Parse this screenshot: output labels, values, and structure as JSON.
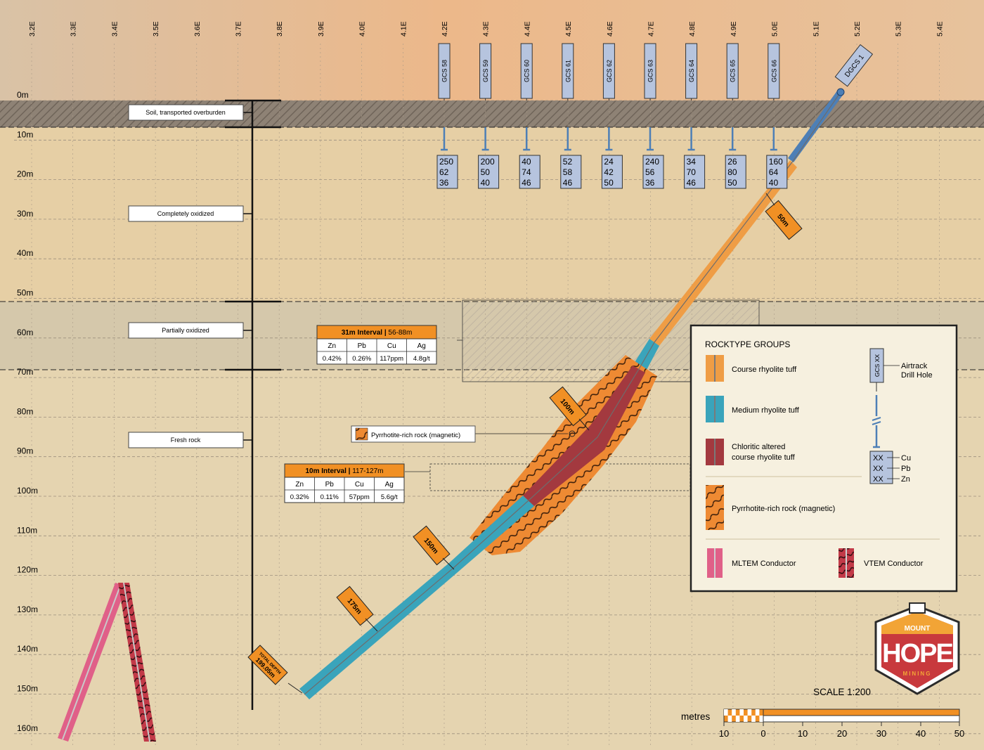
{
  "colors": {
    "course": "#ef9d45",
    "medium": "#3aa4bb",
    "chloritic": "#a3393f",
    "pyrrhotite": "#ee8a33",
    "mltem": "#e06088",
    "vtem": "#c23a48",
    "hole_blue": "#4d7fb6",
    "tag_fill": "#b6c4de",
    "orange_label": "#f19024"
  },
  "easting_labels": [
    "3.2E",
    "3.3E",
    "3.4E",
    "3.5E",
    "3.6E",
    "3.7E",
    "3.8E",
    "3.9E",
    "4.0E",
    "4.1E",
    "4.2E",
    "4.3E",
    "4.4E",
    "4.5E",
    "4.6E",
    "4.7E",
    "4.8E",
    "4.9E",
    "5.0E",
    "5.1E",
    "5.2E",
    "5.3E",
    "5.4E"
  ],
  "depth_labels": [
    "0m",
    "10m",
    "20m",
    "30m",
    "40m",
    "50m",
    "60m",
    "70m",
    "80m",
    "90m",
    "100m",
    "110m",
    "120m",
    "130m",
    "140m",
    "150m",
    "160m"
  ],
  "zones": [
    {
      "label": "Soil, transported overburden"
    },
    {
      "label": "Completely oxidized"
    },
    {
      "label": "Partially oxidized"
    },
    {
      "label": "Fresh rock"
    }
  ],
  "holes": [
    {
      "name": "GCS 58",
      "cu": "250",
      "pb": "62",
      "zn": "36"
    },
    {
      "name": "GCS 59",
      "cu": "200",
      "pb": "50",
      "zn": "40"
    },
    {
      "name": "GCS 60",
      "cu": "40",
      "pb": "74",
      "zn": "46"
    },
    {
      "name": "GCS 61",
      "cu": "52",
      "pb": "58",
      "zn": "46"
    },
    {
      "name": "GCS 62",
      "cu": "24",
      "pb": "42",
      "zn": "50"
    },
    {
      "name": "GCS 63",
      "cu": "240",
      "pb": "56",
      "zn": "36"
    },
    {
      "name": "GCS 64",
      "cu": "34",
      "pb": "70",
      "zn": "46"
    },
    {
      "name": "GCS 65",
      "cu": "26",
      "pb": "80",
      "zn": "50"
    },
    {
      "name": "GCS 66",
      "cu": "160",
      "pb": "64",
      "zn": "40"
    }
  ],
  "diamond_hole": {
    "name": "DGCS 1"
  },
  "depth_markers": [
    "50m",
    "100m",
    "150m",
    "175m"
  ],
  "total_depth": {
    "label": "TOTAL DEPTH",
    "value": "199.05m"
  },
  "intervals": [
    {
      "title": "31m Interval",
      "range": "56-88m",
      "headers": [
        "Zn",
        "Pb",
        "Cu",
        "Ag"
      ],
      "values": [
        "0.42%",
        "0.26%",
        "117ppm",
        "4.8g/t"
      ]
    },
    {
      "title": "10m Interval",
      "range": "117-127m",
      "headers": [
        "Zn",
        "Pb",
        "Cu",
        "Ag"
      ],
      "values": [
        "0.32%",
        "0.11%",
        "57ppm",
        "5.6g/t"
      ]
    }
  ],
  "pyrrhotite_callout": "Pyrrhotite-rich rock (magnetic)",
  "legend": {
    "title": "ROCKTYPE GROUPS",
    "course": "Course rhyolite tuff",
    "medium": "Medium rhyolite tuff",
    "chloritic_1": "Chloritic altered",
    "chloritic_2": "course rhyolite tuff",
    "pyrrhotite": "Pyrrhotite-rich rock (magnetic)",
    "mltem": "MLTEM Conductor",
    "vtem": "VTEM Conductor",
    "airtrack_1": "Airtrack",
    "airtrack_2": "Drill Hole",
    "airtrack_tag": "GCS XX",
    "xx": "XX",
    "cu": "Cu",
    "pb": "Pb",
    "zn": "Zn"
  },
  "logo": {
    "top": "MOUNT",
    "main": "HOPE",
    "bottom": "MINING"
  },
  "scale": {
    "title": "SCALE 1:200",
    "unit": "metres",
    "ticks": [
      "10",
      "0",
      "10",
      "20",
      "30",
      "40",
      "50"
    ]
  }
}
